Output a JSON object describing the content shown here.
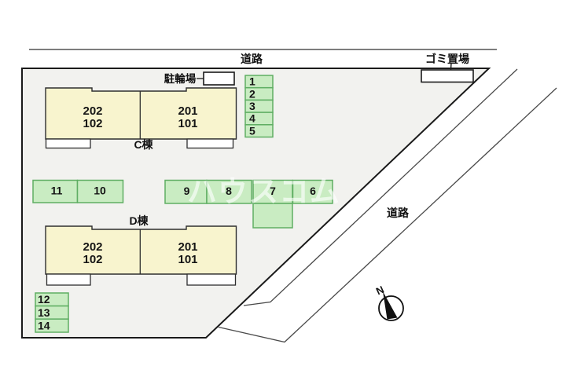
{
  "roads": {
    "top_label": "道路",
    "side_label": "道路"
  },
  "facilities": {
    "garbage_label": "ゴミ置場",
    "bicycle_label": "駐輪場"
  },
  "buildings": {
    "c": {
      "name": "C棟",
      "left_unit_upper": "202",
      "left_unit_lower": "102",
      "right_unit_upper": "201",
      "right_unit_lower": "101"
    },
    "d": {
      "name": "D棟",
      "left_unit_upper": "202",
      "left_unit_lower": "102",
      "right_unit_upper": "201",
      "right_unit_lower": "101"
    }
  },
  "parking": {
    "right_column": [
      "1",
      "2",
      "3",
      "4",
      "5"
    ],
    "middle_row_left": [
      "11",
      "10"
    ],
    "middle_row_right": [
      "9",
      "8",
      "7",
      "6"
    ],
    "bottom_column": [
      "12",
      "13",
      "14"
    ]
  },
  "compass": {
    "north_label": "N"
  },
  "watermark": {
    "text": "ハウスコム"
  },
  "colors": {
    "site_fill": "#F2F2EF",
    "boundary_line": "#1A1A1A",
    "road_line_top": "#7D7D7D",
    "road_line_side": "#4A4A4A",
    "building_fill": "#F8F4CE",
    "building_border": "#2E2E2E",
    "stall_fill": "#C9ECC2",
    "stall_border": "#5FAE63"
  }
}
